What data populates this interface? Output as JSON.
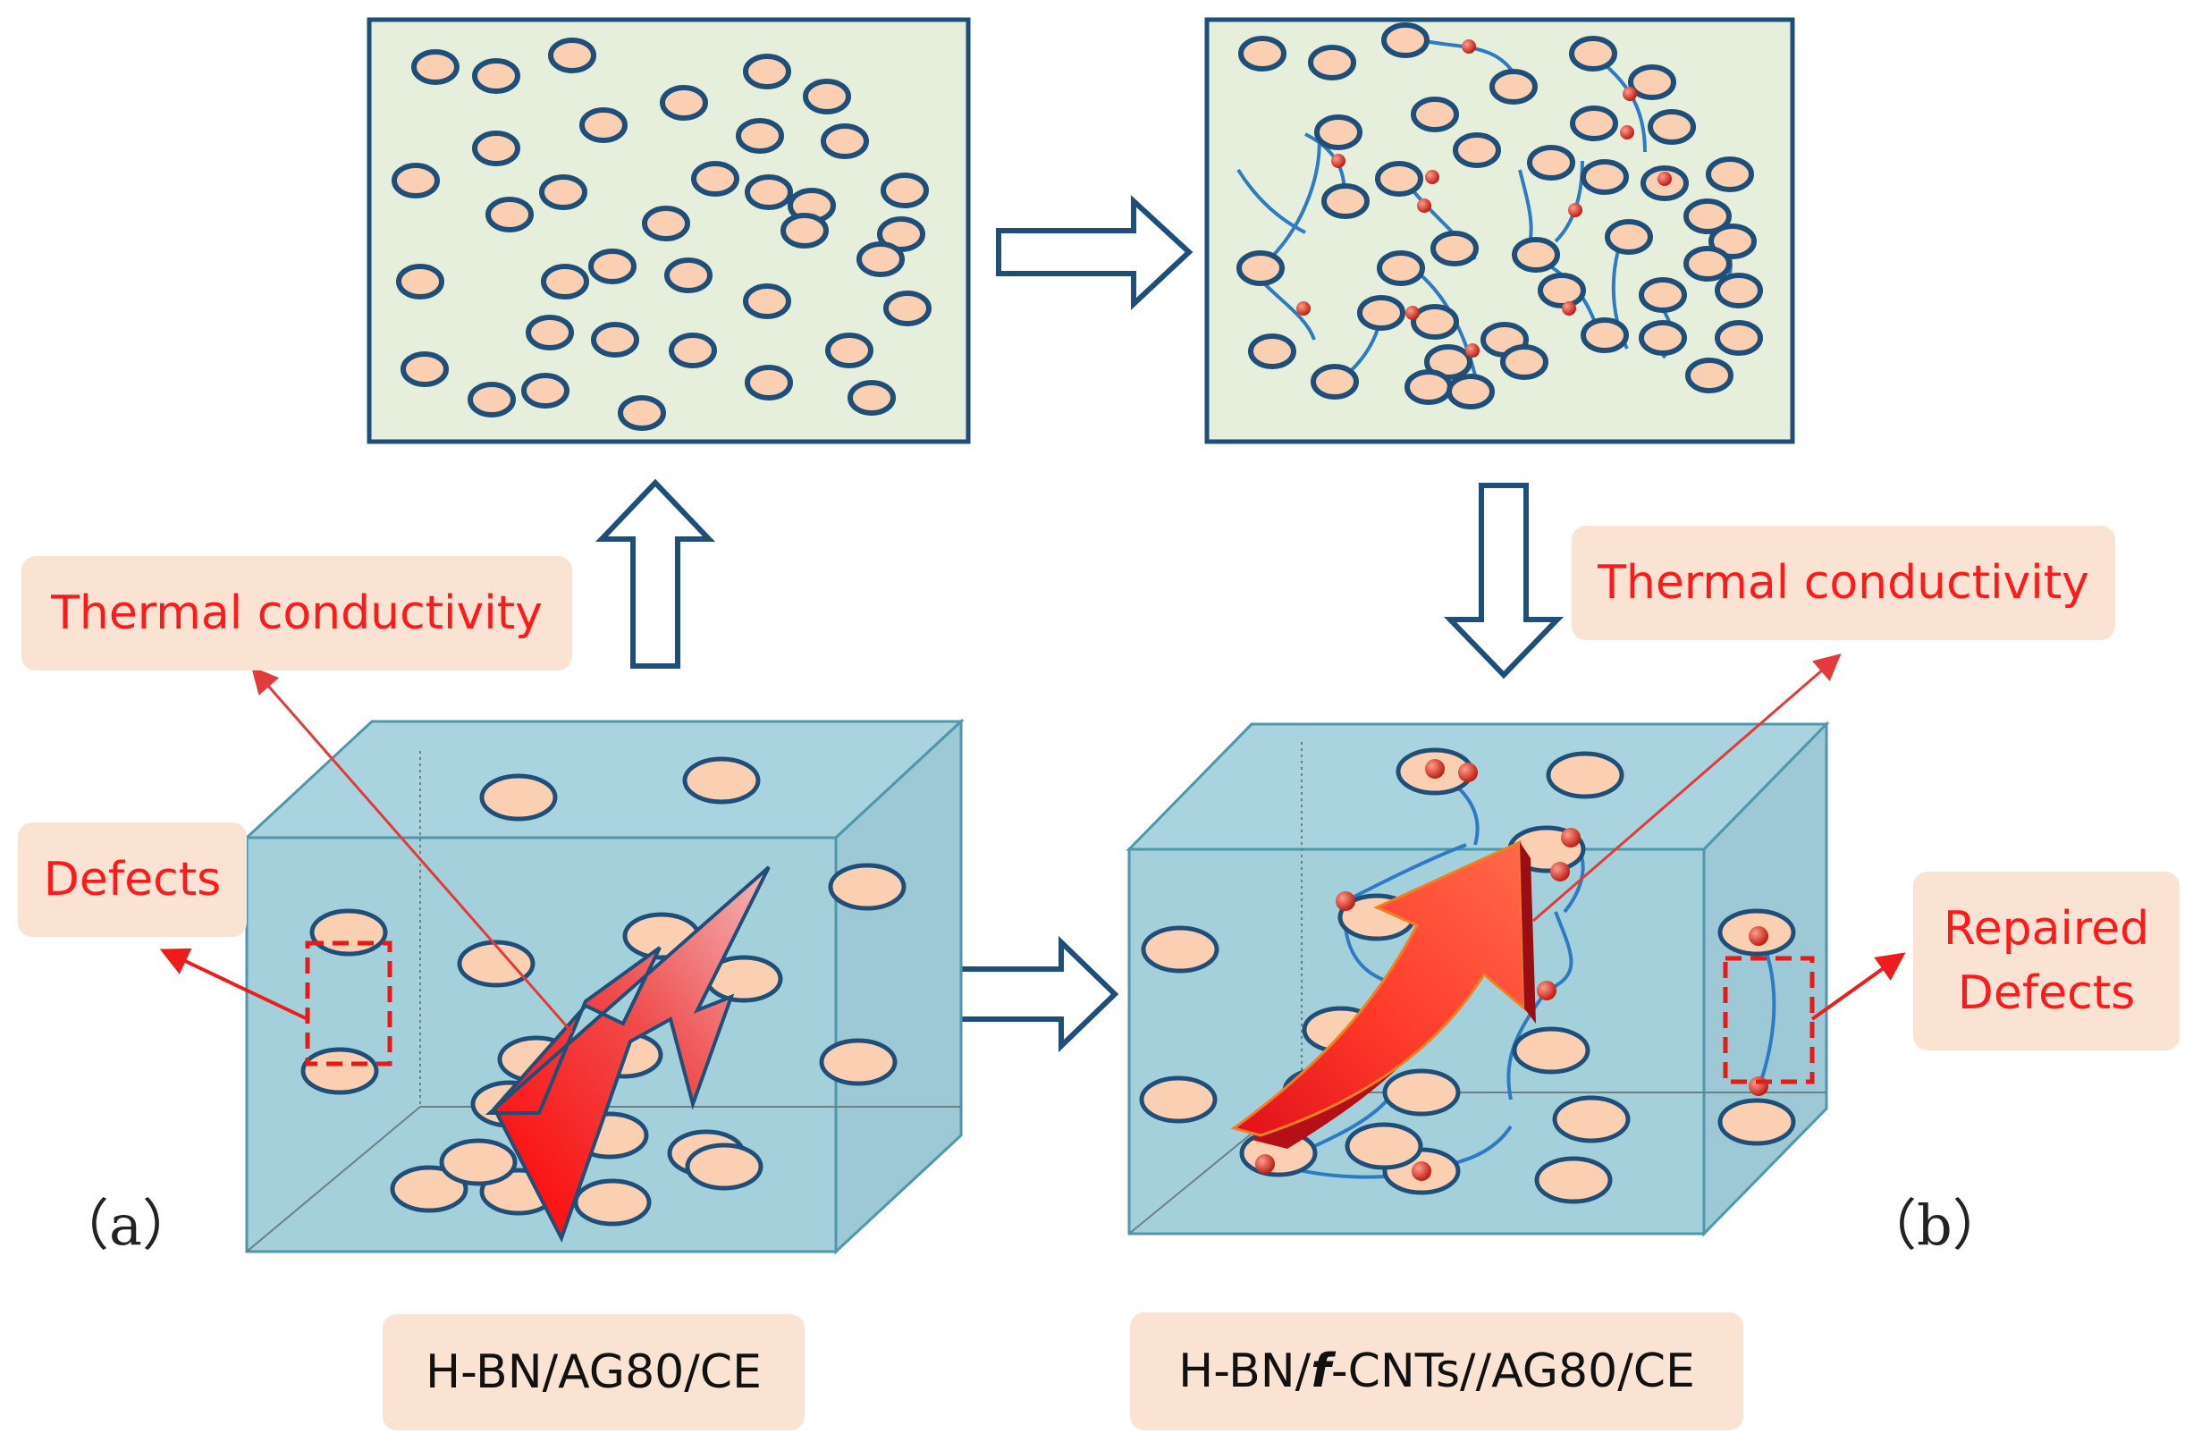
{
  "labels": {
    "thermal_left": "Thermal conductivity",
    "thermal_right": "Thermal conductivity",
    "defects": "Defects",
    "repaired_line1": "Repaired",
    "repaired_line2": "Defects",
    "caption_left": "H-BN/AG80/CE",
    "caption_right_prefix": "H-BN/",
    "caption_right_f": "f",
    "caption_right_suffix": "-CNTs//AG80/CE",
    "panel_a": "（a）",
    "panel_b": "（b）"
  },
  "colors": {
    "panel_fill": "#e6eedc",
    "outline": "#1f4e79",
    "particle": "#fbd0b2",
    "cube": "#a9d3df",
    "label_bg": "#fbe3d4",
    "label_text": "#ff1a1a",
    "cnt_line": "#2e7bc4",
    "node": "#d83a2e"
  }
}
